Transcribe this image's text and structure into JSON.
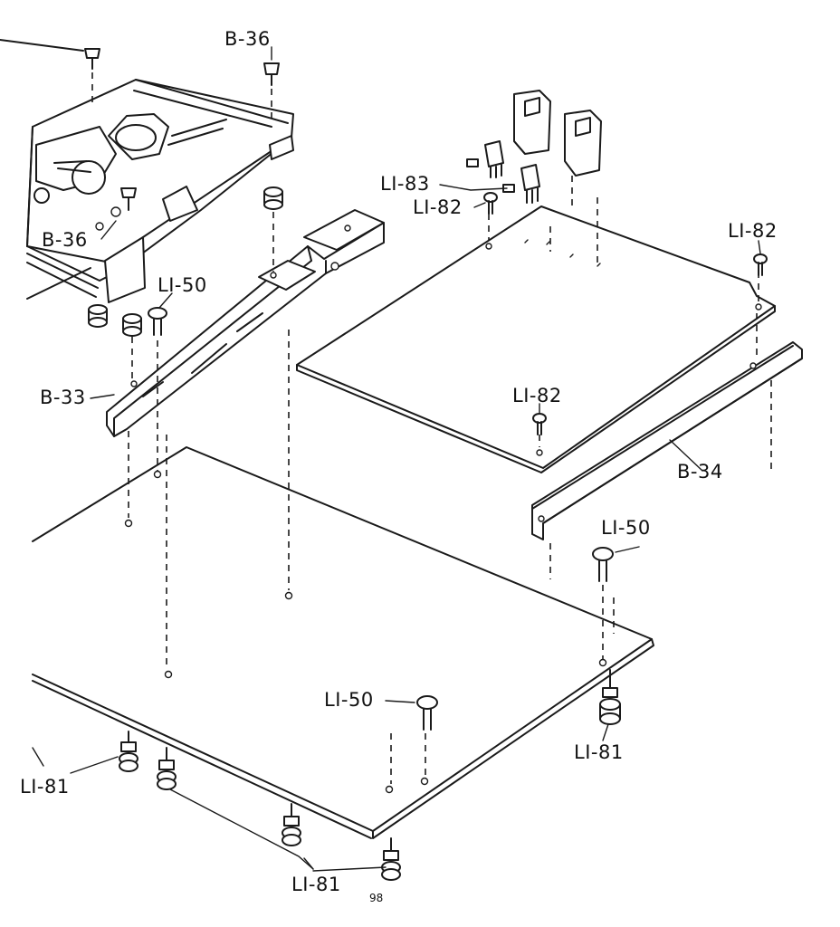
{
  "labels": {
    "b36_top": "B-36",
    "b36_left": "B-36",
    "li50_left": "LI-50",
    "b33": "B-33",
    "li83": "LI-83",
    "li82_mid": "LI-82",
    "li82_right": "LI-82",
    "li82_lower": "LI-82",
    "b34": "B-34",
    "li50_right": "LI-50",
    "li50_bottom": "LI-50",
    "li81_right": "LI-81",
    "li81_left": "LI-81",
    "li81_bottom": "LI-81"
  },
  "page_number": "98"
}
